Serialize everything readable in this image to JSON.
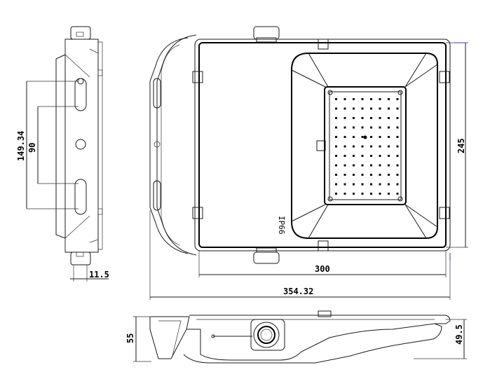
{
  "dimensions": {
    "width_300": "300",
    "overall_354": "354.32",
    "height_245": "245",
    "side_149": "149.34",
    "side_90": "90",
    "side_11": "11.5",
    "bottom_55": "55",
    "bottom_49": "49.5"
  },
  "labels": {
    "ip_rating": "IP66"
  },
  "colors": {
    "line": "#000000",
    "accent_blue": "#3a3ac0"
  }
}
